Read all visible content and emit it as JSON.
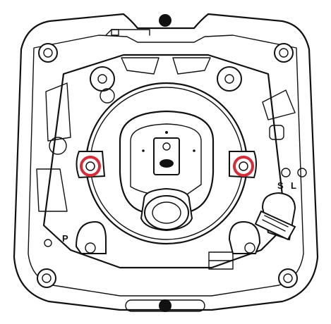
{
  "labels": {
    "p": "P",
    "s": "S",
    "l": "L"
  },
  "colors": {
    "line": "#111111",
    "highlight": "#d32f3a",
    "background": "#ffffff"
  },
  "icons": {
    "corner_screw": "screw-icon",
    "highlighted_screw": "red-ring-screw-icon",
    "marker_dot": "black-dot-icon"
  }
}
